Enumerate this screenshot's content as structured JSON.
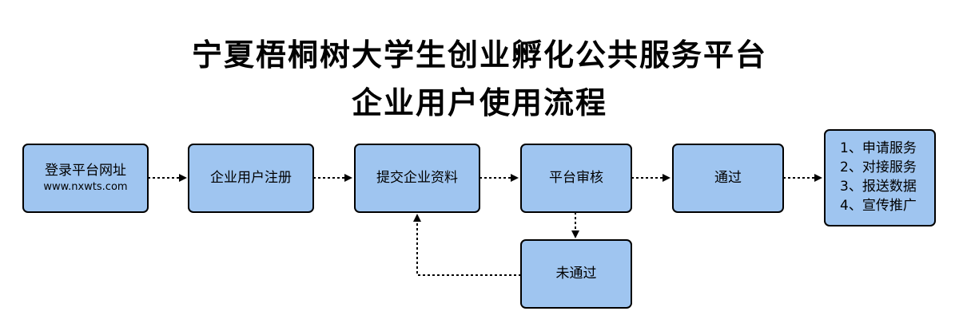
{
  "title": {
    "line1": "宁夏梧桐树大学生创业孵化公共服务平台",
    "line2": "企业用户使用流程"
  },
  "steps": [
    {
      "label": "登录平台网址",
      "sub": "www.nxwts.com"
    },
    {
      "label": "企业用户注册"
    },
    {
      "label": "提交企业资料"
    },
    {
      "label": "平台审核"
    },
    {
      "label": "通过"
    }
  ],
  "rejected": {
    "label": "未通过"
  },
  "services": [
    "1、申请服务",
    "2、对接服务",
    "3、报送数据",
    "4、宣传推广"
  ],
  "colors": {
    "box_fill": "#9fc5f0",
    "border": "#000000",
    "connector": "#000000"
  }
}
